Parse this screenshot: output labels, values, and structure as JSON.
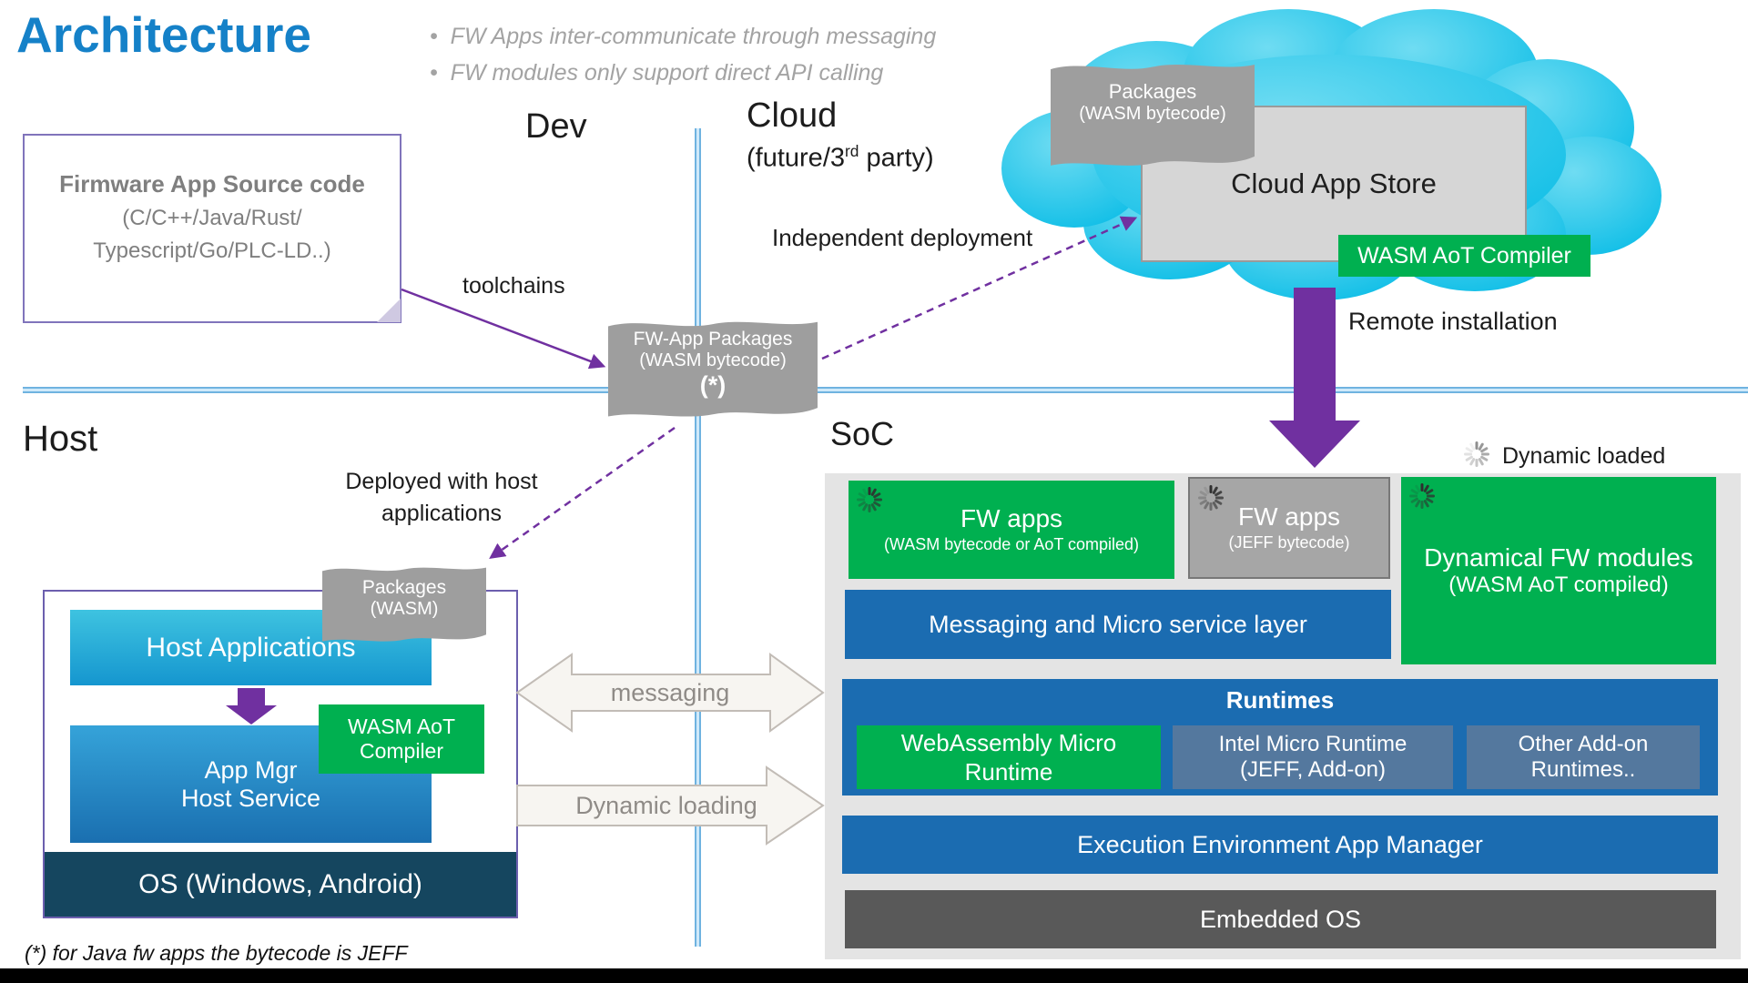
{
  "title": "Architecture",
  "bullets": {
    "b1": "FW Apps inter-communicate through messaging",
    "b2": "FW modules only support direct API calling"
  },
  "quadrants": {
    "dev": "Dev",
    "cloud": "Cloud",
    "cloud_sub_pre": "(future/3",
    "cloud_sub_sup": "rd",
    "cloud_sub_post": " party)",
    "host": "Host",
    "soc": "SoC"
  },
  "firmware_box": {
    "title": "Firmware App Source code",
    "line1": "(C/C++/Java/Rust/",
    "line2": "Typescript/Go/PLC-LD..)"
  },
  "packages": {
    "fw_app": {
      "line1": "FW-App Packages",
      "line2": "(WASM bytecode)",
      "line3": "(*)"
    },
    "cloud": {
      "line1": "Packages",
      "line2": "(WASM bytecode)"
    },
    "host": {
      "line1": "Packages",
      "line2": "(WASM)"
    }
  },
  "cloud_area": {
    "store": "Cloud App Store",
    "compiler": "WASM AoT Compiler"
  },
  "labels": {
    "toolchains": "toolchains",
    "independent_deployment": "Independent deployment",
    "remote_installation": "Remote installation",
    "dynamic_loaded": "Dynamic loaded",
    "deployed_line1": "Deployed with host",
    "deployed_line2": "applications",
    "messaging": "messaging",
    "dynamic_loading": "Dynamic loading",
    "footnote": "(*) for Java fw apps the bytecode is JEFF"
  },
  "host_area": {
    "applications": "Host Applications",
    "app_mgr_line1": "App Mgr",
    "app_mgr_line2": "Host Service",
    "compiler_line1": "WASM AoT",
    "compiler_line2": "Compiler",
    "os": "OS (Windows, Android)"
  },
  "soc_area": {
    "fw_apps_wasm_title": "FW apps",
    "fw_apps_wasm_sub": "(WASM bytecode or AoT compiled)",
    "fw_apps_jeff_title": "FW apps",
    "fw_apps_jeff_sub": "(JEFF bytecode)",
    "dyn_modules_title": "Dynamical FW modules",
    "dyn_modules_sub": "(WASM AoT compiled)",
    "messaging_layer": "Messaging and Micro service layer",
    "runtimes_title": "Runtimes",
    "wamr": "WebAssembly Micro Runtime",
    "intel_line1": "Intel Micro Runtime",
    "intel_line2": "(JEFF, Add-on)",
    "other_line1": "Other Add-on",
    "other_line2": "Runtimes..",
    "exec_env": "Execution Environment App Manager",
    "embedded_os": "Embedded OS"
  },
  "colors": {
    "accent_blue_title": "#1581c8",
    "green": "#00b050",
    "bar_blue": "#1b6cb1",
    "gray_blue": "#54789e",
    "purple": "#7030a0",
    "cloud_cyan": "#1ec3e8",
    "dark_os_blue": "#15465f",
    "embedded_gray": "#595959",
    "package_gray": "#9e9e9e",
    "panel_gray": "#e4e4e4"
  }
}
